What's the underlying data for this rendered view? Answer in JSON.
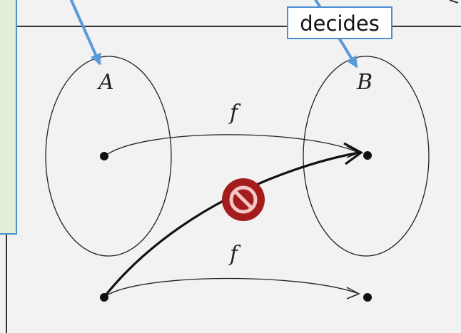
{
  "callout": {
    "text": "decides"
  },
  "sets": {
    "a_label": "A",
    "b_label": "B"
  },
  "arrows": {
    "top_label": "f",
    "bottom_label": "f"
  },
  "colors": {
    "background": "#f2f2f2",
    "callout_fill": "#ffffff",
    "callout_border": "#4a8fcf",
    "pointer_arrow": "#5b9ad8",
    "left_panel_fill": "#e2efd9",
    "left_panel_border": "#4a8fcf",
    "forbidden_fill": "#a51c1c",
    "forbidden_glyph": "#f3c8c8"
  },
  "icons": {
    "forbidden": "no-entry-icon"
  }
}
